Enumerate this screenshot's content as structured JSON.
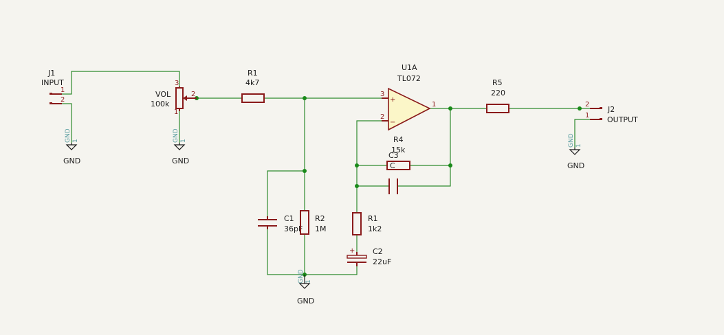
{
  "components": {
    "J1": {
      "ref": "J1",
      "value": "INPUT",
      "pin1": "1",
      "pin2": "2"
    },
    "VOL": {
      "ref": "VOL",
      "value": "100k",
      "pin1": "1",
      "pin2": "2",
      "pin3": "3"
    },
    "R1_in": {
      "ref": "R1",
      "value": "4k7"
    },
    "U1A": {
      "ref": "U1A",
      "value": "TL072",
      "pin1": "1",
      "pin2": "2",
      "pin3": "3",
      "plus": "+",
      "minus": "−"
    },
    "R5": {
      "ref": "R5",
      "value": "220"
    },
    "J2": {
      "ref": "J2",
      "value": "OUTPUT",
      "pin1": "1",
      "pin2": "2"
    },
    "R4": {
      "ref": "R4",
      "value": "15k"
    },
    "C3": {
      "ref": "C3",
      "value": "C"
    },
    "C1": {
      "ref": "C1",
      "value": "36pF"
    },
    "R2": {
      "ref": "R2",
      "value": "1M"
    },
    "R1_fb": {
      "ref": "R1",
      "value": "1k2"
    },
    "C2": {
      "ref": "C2",
      "value": "22uF",
      "polarity": "+"
    }
  },
  "power": {
    "label": "GND",
    "pin_name": "GND",
    "pin_number": "1"
  }
}
